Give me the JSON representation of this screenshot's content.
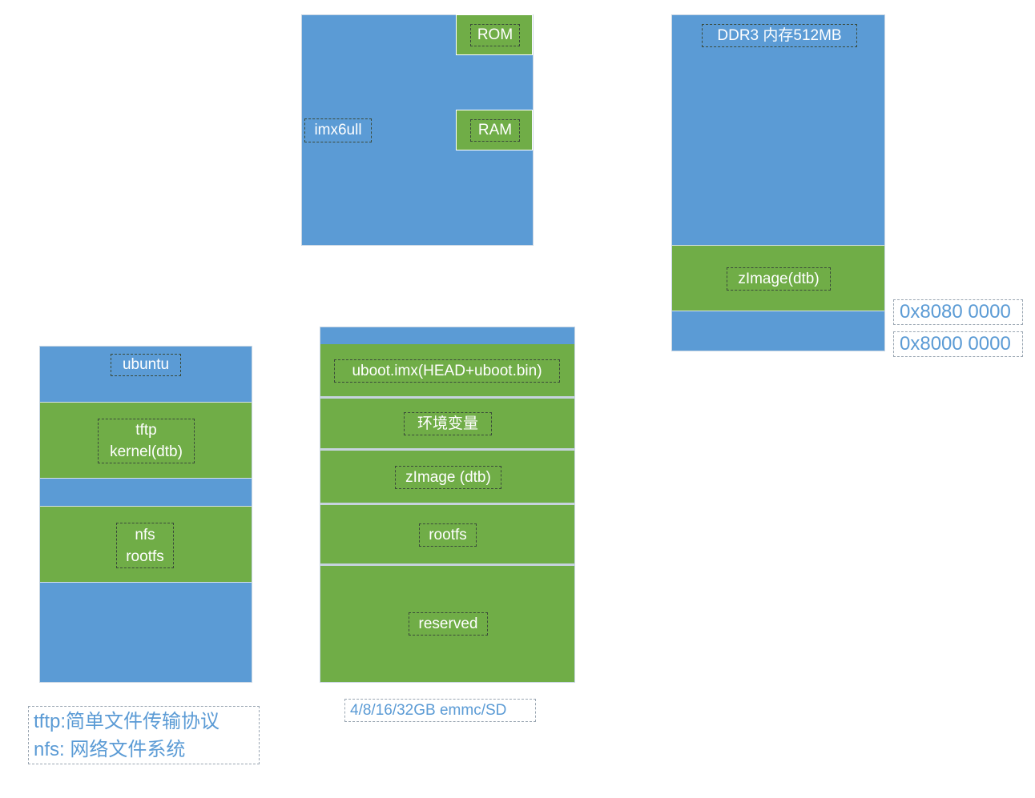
{
  "soc": {
    "name": "imx6ull",
    "rom": "ROM",
    "ram": "RAM"
  },
  "ddr": {
    "title": "DDR3  内存512MB",
    "zimage": "zImage(dtb)",
    "addr_high": "0x8080 0000",
    "addr_low": "0x8000 0000"
  },
  "ubuntu": {
    "title": "ubuntu",
    "tftp_line1": "tftp",
    "tftp_line2": "kernel(dtb)",
    "nfs_line1": "nfs",
    "nfs_line2": "rootfs"
  },
  "emmc": {
    "uboot": "uboot.imx(HEAD+uboot.bin)",
    "env": "环境变量",
    "zimage": "zImage (dtb)",
    "rootfs": "rootfs",
    "reserved": "reserved",
    "caption": "4/8/16/32GB emmc/SD"
  },
  "legend": {
    "line1": "tftp:简单文件传输协议",
    "line2": "nfs: 网络文件系统"
  },
  "colors": {
    "blue": "#5b9bd5",
    "green": "#70ad47"
  }
}
